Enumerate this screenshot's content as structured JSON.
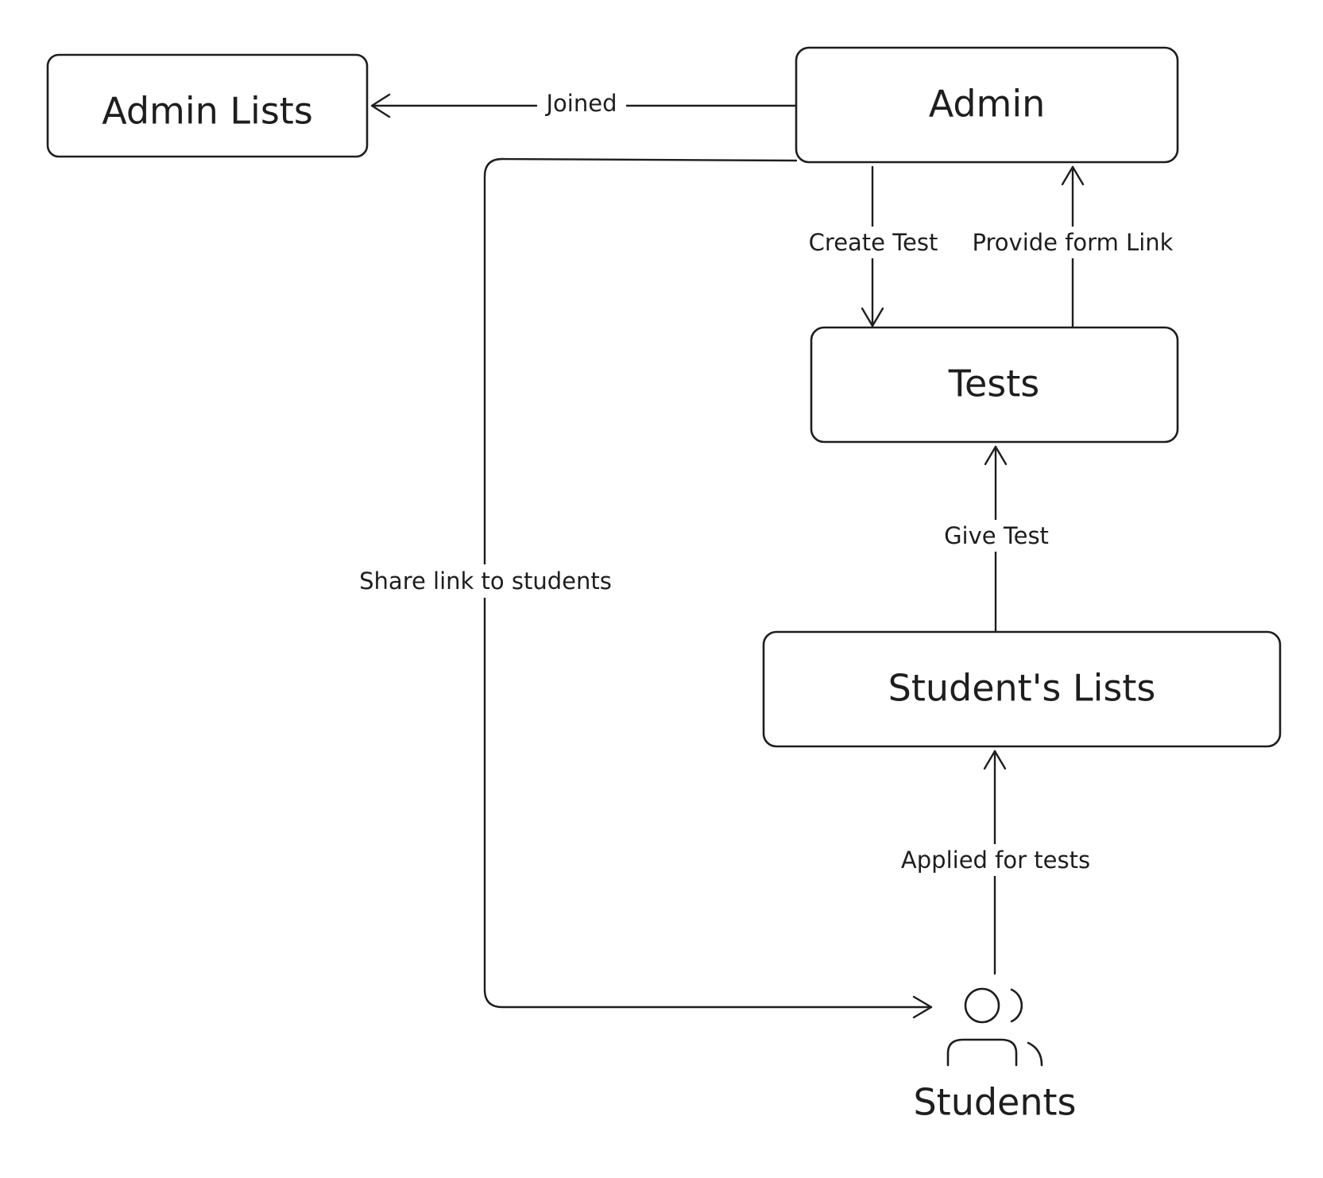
{
  "nodes": {
    "admin_lists": "Admin Lists",
    "admin": "Admin",
    "tests": "Tests",
    "students_lists": "Student's Lists",
    "students": "Students"
  },
  "edges": {
    "joined": "Joined",
    "create_test": "Create Test",
    "provide_form_link": "Provide form Link",
    "give_test": "Give Test",
    "applied_for_tests": "Applied for tests",
    "share_link": "Share link to students"
  },
  "icons": {
    "students": "users-icon"
  },
  "colors": {
    "stroke": "#1e1e1e",
    "background": "#ffffff"
  }
}
